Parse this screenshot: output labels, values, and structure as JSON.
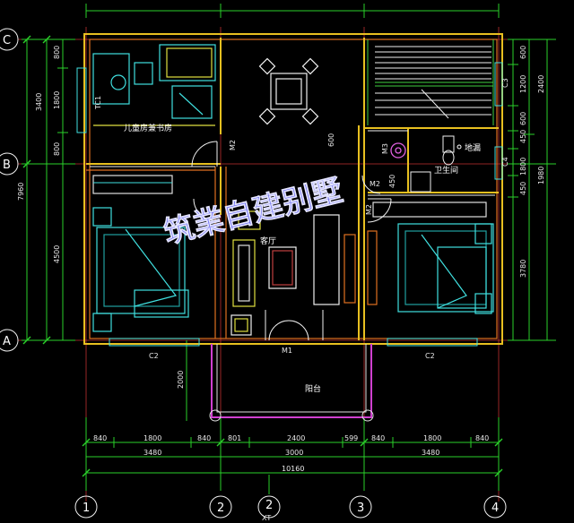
{
  "watermark": "筑業自建别墅",
  "rooms": {
    "kids_study": "儿童房兼书房",
    "living": "客厅",
    "toilet": "卫生间",
    "balcony": "阳台",
    "floor_drain": "地漏"
  },
  "doors": {
    "m2_left": "M2",
    "m2_right": "M2",
    "m1": "M1",
    "m3": "M3",
    "m2_mid": "M2",
    "m2_center": "M2"
  },
  "windows": {
    "tc1": "TC1",
    "c2_left": "C2",
    "c2_right": "C2",
    "c3": "C3",
    "c4": "C4"
  },
  "axes": {
    "rows": [
      "C",
      "B",
      "A"
    ],
    "cols": [
      "1",
      "2",
      "2",
      "3",
      "4"
    ],
    "col_sub": "XT"
  },
  "dims": {
    "left_segments": [
      "800",
      "1800",
      "800",
      "3400",
      "4500",
      "7960"
    ],
    "right_segments": [
      "600",
      "1200",
      "600",
      "2400",
      "450",
      "1800",
      "450",
      "1980",
      "3780"
    ],
    "bottom_row1": [
      "840",
      "1800",
      "840",
      "801",
      "2400",
      "599",
      "840",
      "1800",
      "840"
    ],
    "bottom_row2": [
      "3480",
      "3000",
      "3480"
    ],
    "bottom_total": "10160",
    "balcony_depth": "2000",
    "mid_small": "600",
    "mid_small2": "450"
  }
}
